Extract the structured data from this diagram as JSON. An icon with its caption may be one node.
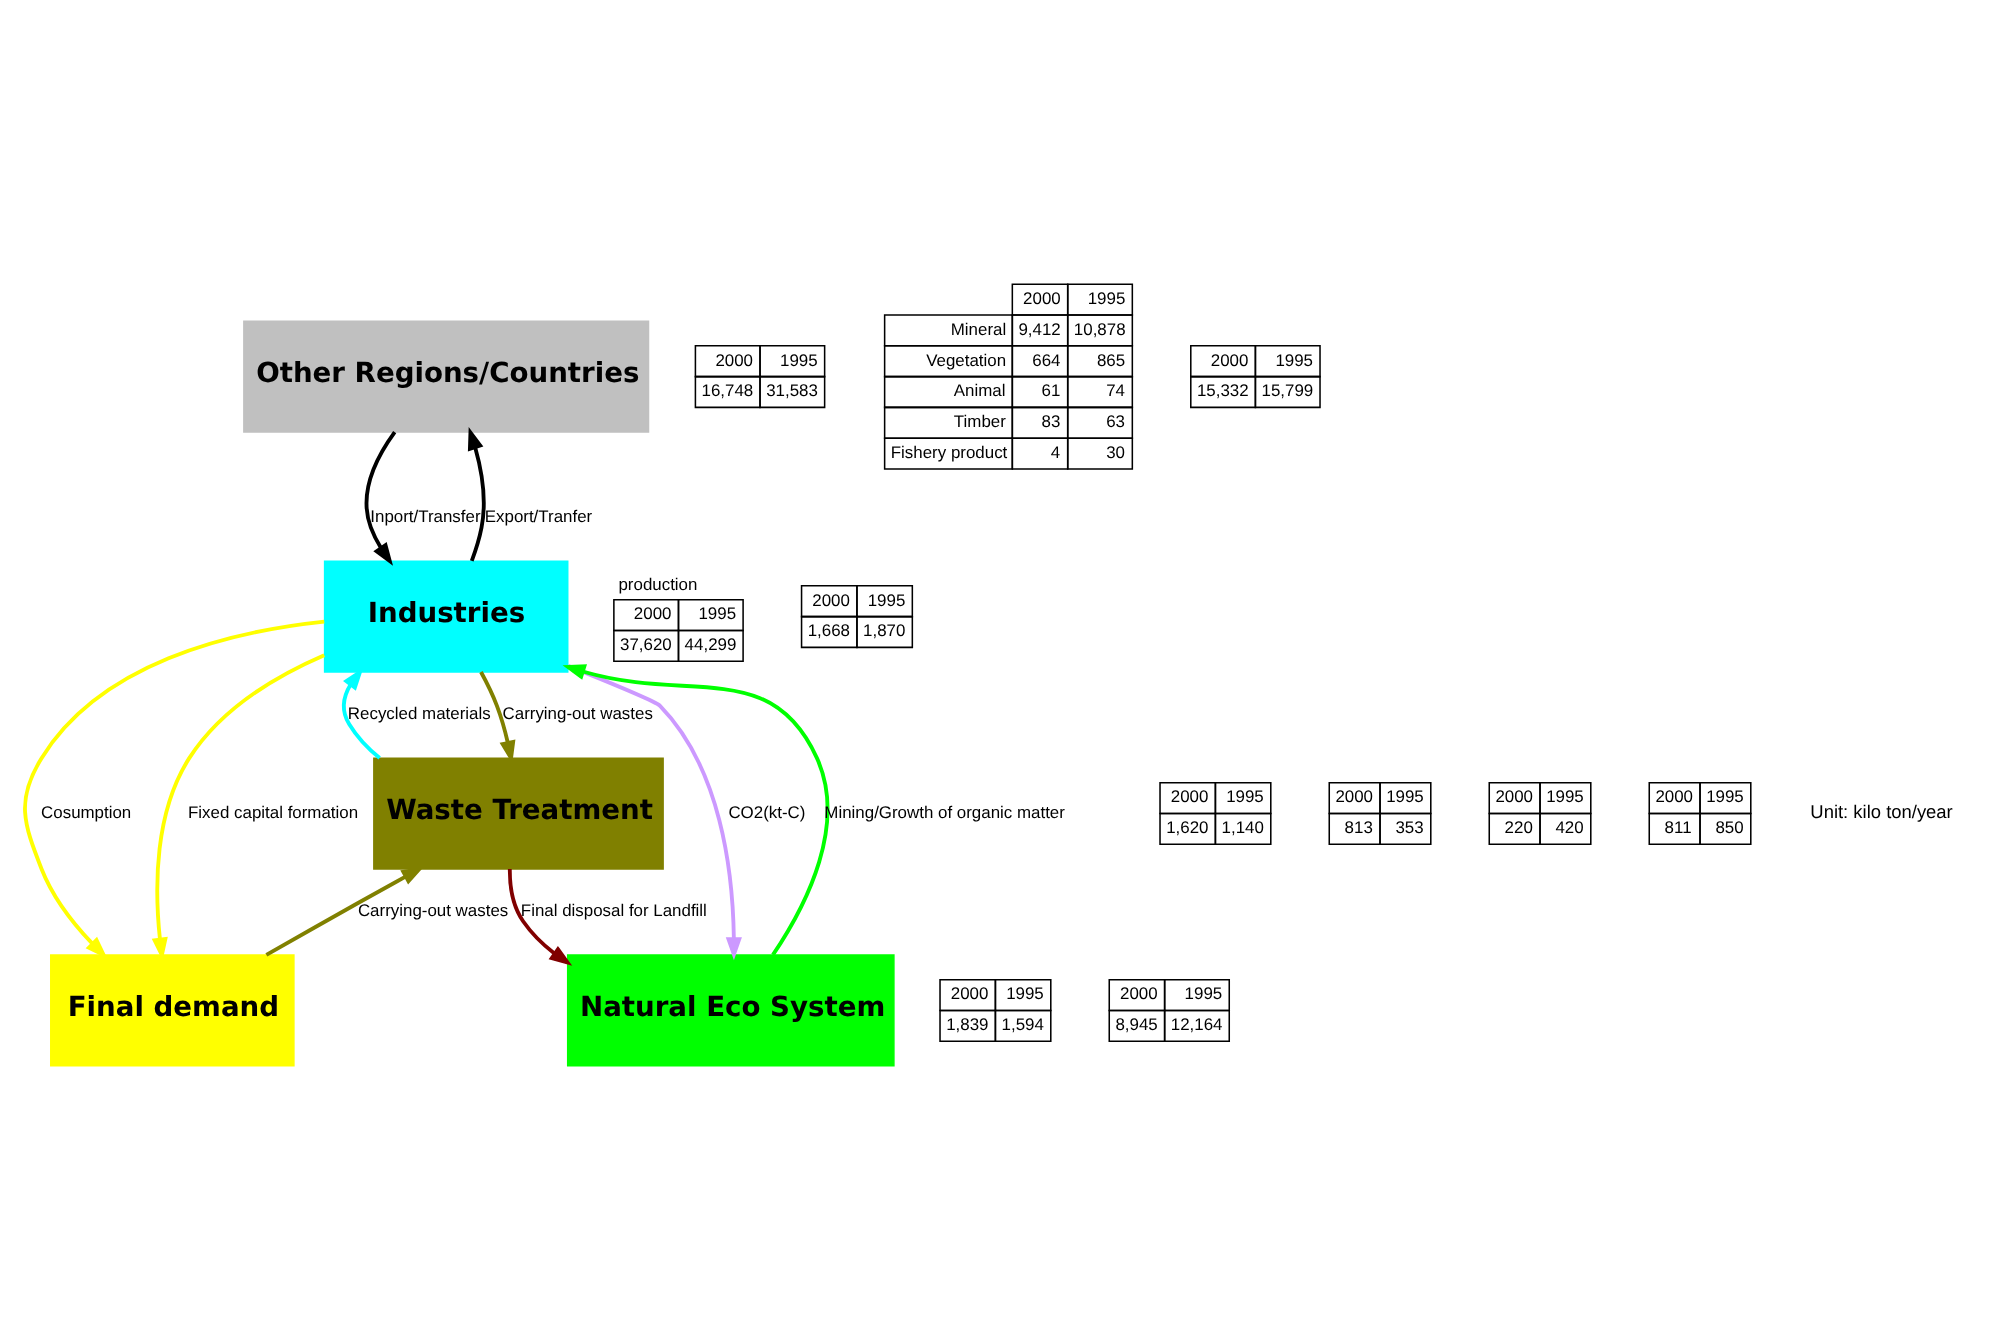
{
  "diagram": {
    "nodes": [
      {
        "text": [
          "Other Regions/Countries"
        ]
      },
      {
        "text": [
          "Industries"
        ]
      },
      {
        "text": [
          "Final demand"
        ]
      },
      {
        "text": [
          "Natural Eco System"
        ]
      },
      {
        "text": [
          "Waste Treatment"
        ]
      }
    ],
    "edges": [
      {
        "from": 0,
        "to": 1,
        "arrow": "to",
        "label": "Inport/Transfer",
        "color": "#000000"
      },
      {
        "from": 1,
        "to": 0,
        "arrow": "to",
        "label": "Export/Tranfer",
        "color": "#000000"
      },
      {
        "from": 3,
        "to": 1,
        "arrow": "to",
        "label": "Mining/Growth of organic matter",
        "color": "#00ff00"
      },
      {
        "from": 1,
        "to": 3,
        "arrow": "to",
        "label": "CO2(kt-C)",
        "color": "#cc99ff"
      },
      {
        "from": 1,
        "to": 2,
        "arrow": "to",
        "label": "Cosumption",
        "color": "#ffff00"
      },
      {
        "from": 1,
        "to": 2,
        "arrow": "to",
        "label": "Fixed capital formation",
        "color": "#ffff00"
      },
      {
        "from": 1,
        "to": 4,
        "arrow": "to",
        "label": "Carrying-out wastes",
        "color": "#808000"
      },
      {
        "from": 4,
        "to": 1,
        "arrow": "to",
        "label": "Recycled materials",
        "color": "#00ffff"
      },
      {
        "from": 4,
        "to": 3,
        "arrow": "to",
        "label": "Final disposal for Landfill",
        "color": "#800000"
      },
      {
        "from": 2,
        "to": 4,
        "arrow": "to",
        "label": "Carrying-out wastes",
        "color": "#808000"
      }
    ],
    "labels": [
      "2000",
      "1995",
      "16,748",
      "31,583",
      "2000",
      "1995",
      "Mineral",
      "9,412",
      "10,878",
      "Vegetation",
      "664",
      "865",
      "Animal",
      "61",
      "74",
      "Timber",
      "83",
      "63",
      "Fishery product",
      "4",
      "30",
      "2000",
      "1995",
      "15,332",
      "15,799",
      "production",
      "2000",
      "1995",
      "37,620",
      "44,299",
      "2000",
      "1995",
      "1,668",
      "1,870",
      "2000",
      "1995",
      "1,839",
      "1,594",
      "2000",
      "1995",
      "8,945",
      "12,164",
      "2000",
      "1995",
      "1,620",
      "1,140",
      "2000",
      "1995",
      "813",
      "353",
      "2000",
      "1995",
      "220",
      "420",
      "2000",
      "1995",
      "811",
      "850",
      "Unit: kilo ton/year"
    ]
  }
}
